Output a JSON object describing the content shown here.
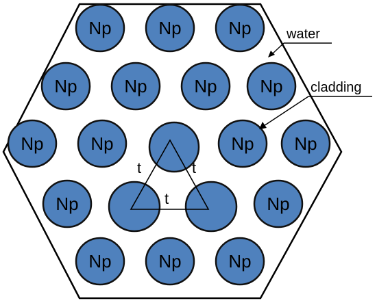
{
  "colors": {
    "pin_fill": "#4f81bd",
    "pin_stroke": "#111111",
    "hexagon_stroke": "#000000",
    "background": "#ffffff"
  },
  "pins": {
    "label": "Np"
  },
  "annotations": {
    "water": "water",
    "cladding": "cladding"
  },
  "pitch": {
    "left": "t",
    "right": "t",
    "bottom": "t"
  }
}
